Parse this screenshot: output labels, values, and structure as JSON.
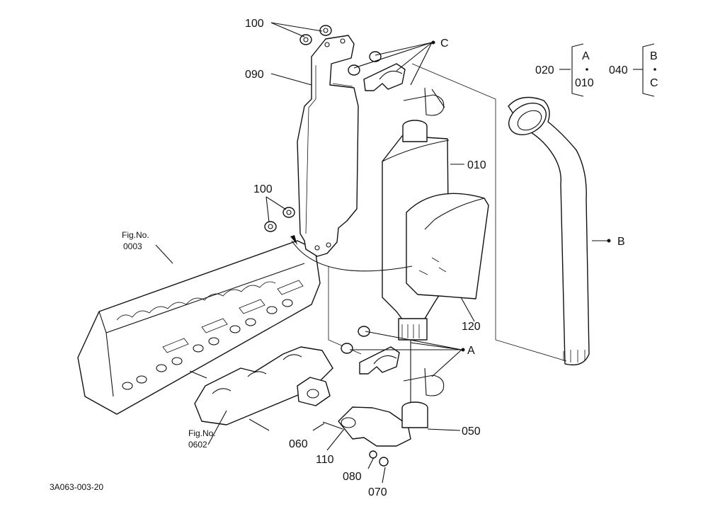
{
  "labels": {
    "p100a": "100",
    "p090": "090",
    "c_top": "C",
    "p100b": "100",
    "p010": "010",
    "figA": "Fig.No.",
    "figA_num": "0003",
    "p120": "120",
    "b_side": "B",
    "a_mid": "A",
    "p050": "050",
    "p060": "060",
    "figB": "Fig.No.",
    "figB_num": "0602",
    "p110": "110",
    "p080": "080",
    "p070": "070",
    "footer_code": "3A063-003-20"
  },
  "legend": {
    "g1_code": "020",
    "g1_top": "A",
    "g1_bottom": "010",
    "g2_code": "040",
    "g2_top": "B",
    "g2_bottom": "C"
  }
}
